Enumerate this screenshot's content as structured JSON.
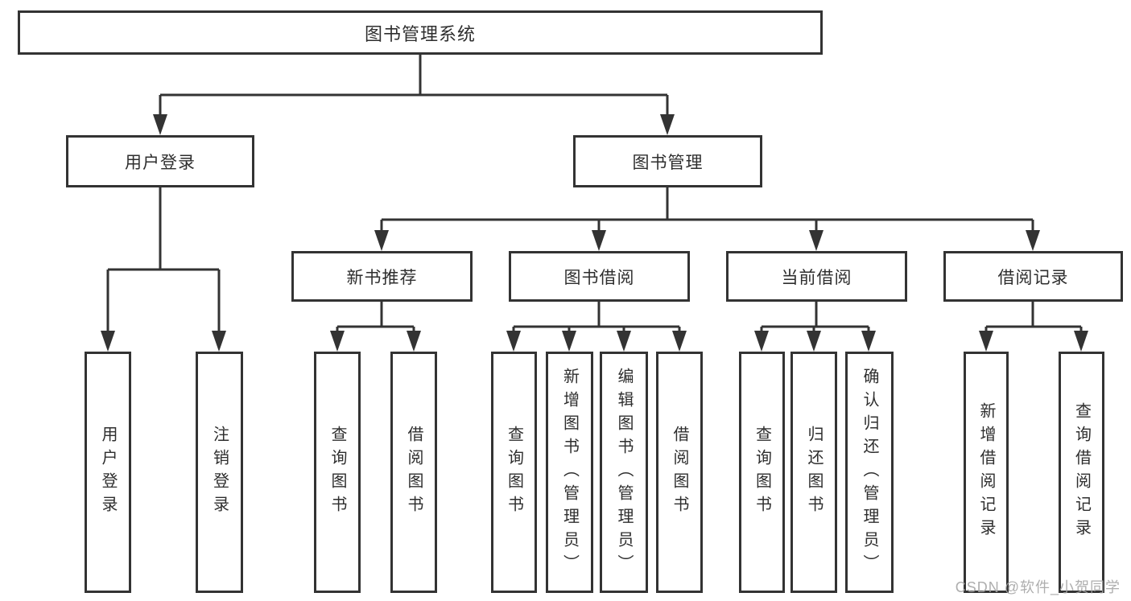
{
  "colors": {
    "line": "#333333",
    "box_border": "#333333",
    "text": "#2e2e2e",
    "watermark": "#a6a6a6",
    "background": "#ffffff"
  },
  "watermark": {
    "text": "CSDN @软件_小贺同学"
  },
  "nodes": {
    "root": {
      "label": "图书管理系统"
    },
    "user_login_branch": {
      "label": "用户登录"
    },
    "book_mgmt_branch": {
      "label": "图书管理"
    },
    "new_book_rec": {
      "label": "新书推荐"
    },
    "book_borrow": {
      "label": "图书借阅"
    },
    "current_borrow": {
      "label": "当前借阅"
    },
    "borrow_records": {
      "label": "借阅记录"
    },
    "leaf_user_login": {
      "label": "用户登录"
    },
    "leaf_logout": {
      "label": "注销登录"
    },
    "leaf_rec_query_book": {
      "label": "查询图书"
    },
    "leaf_rec_borrow_book": {
      "label": "借阅图书"
    },
    "leaf_bb_query_book": {
      "label": "查询图书"
    },
    "leaf_bb_add_book": {
      "label": "新增图书（管理员）"
    },
    "leaf_bb_edit_book": {
      "label": "编辑图书（管理员）"
    },
    "leaf_bb_borrow_book": {
      "label": "借阅图书"
    },
    "leaf_cb_query_book": {
      "label": "查询图书"
    },
    "leaf_cb_return_book": {
      "label": "归还图书"
    },
    "leaf_cb_confirm_return": {
      "label": "确认归还（管理员）"
    },
    "leaf_br_add_record": {
      "label": "新增借阅记录"
    },
    "leaf_br_query_record": {
      "label": "查询借阅记录"
    }
  }
}
